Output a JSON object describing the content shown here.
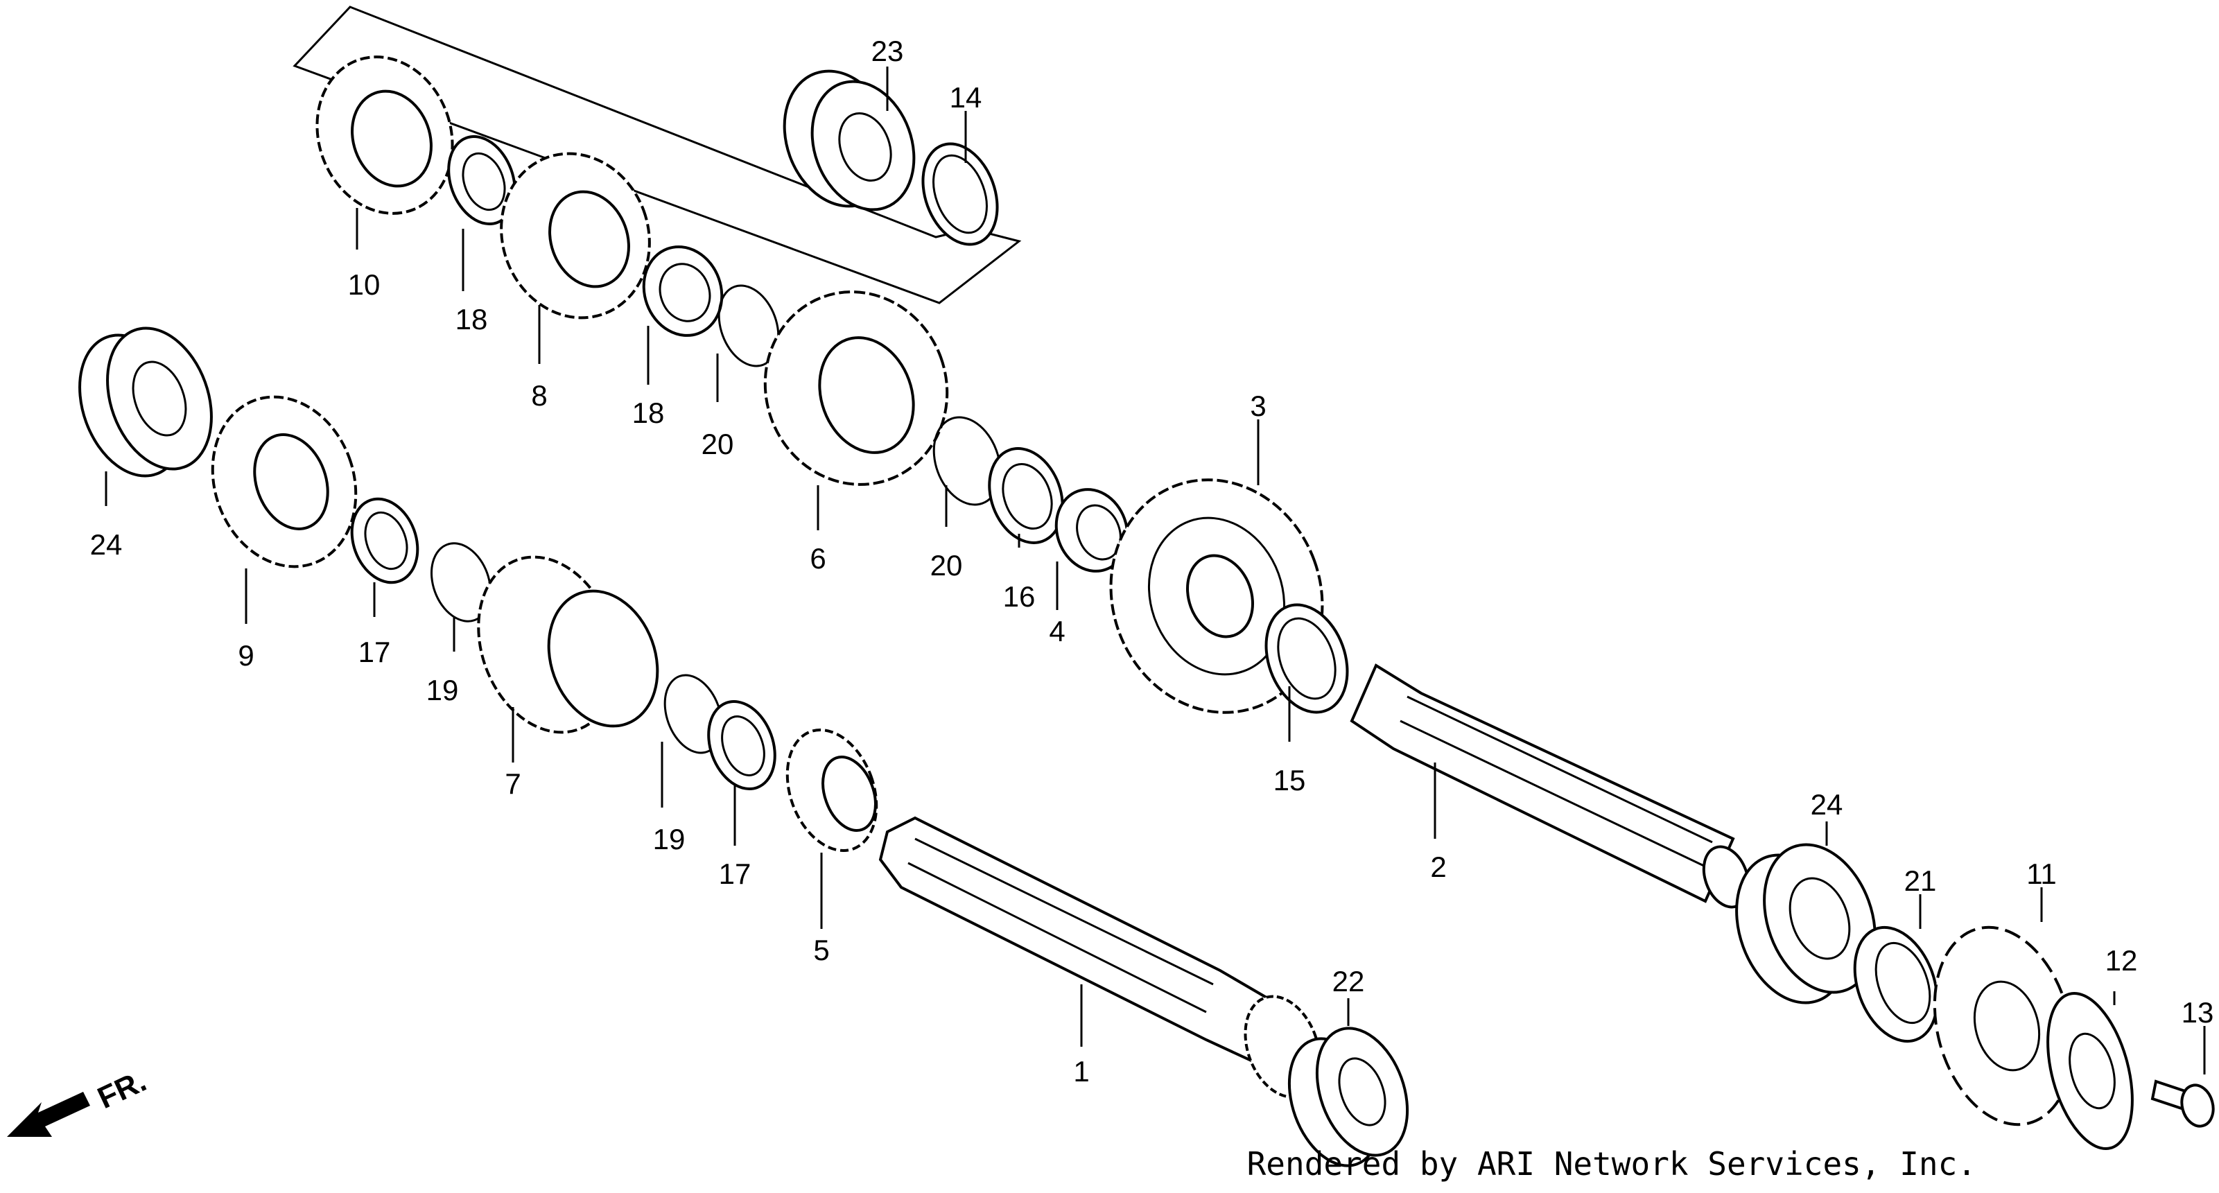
{
  "diagram": {
    "direction_label": "FR.",
    "footer": "Rendered by ARI Network Services, Inc.",
    "callouts": [
      "1",
      "2",
      "3",
      "4",
      "5",
      "6",
      "7",
      "8",
      "9",
      "10",
      "11",
      "12",
      "13",
      "14",
      "15",
      "16",
      "17",
      "17",
      "18",
      "18",
      "19",
      "19",
      "20",
      "20",
      "21",
      "22",
      "23",
      "24",
      "24"
    ]
  }
}
